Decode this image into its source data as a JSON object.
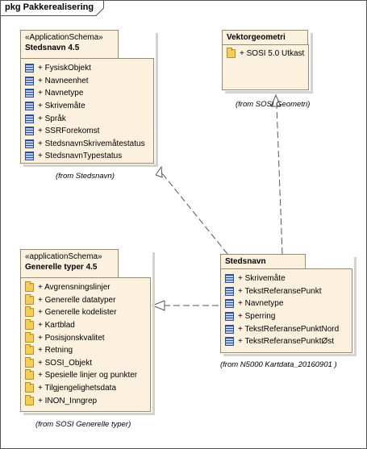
{
  "frame": {
    "label": "pkg Pakkerealisering"
  },
  "packages": {
    "stedsnavn45": {
      "stereotype": "«ApplicationSchema»",
      "name": "Stedsnavn 4.5",
      "from": "(from Stedsnavn)",
      "items": [
        {
          "label": "+ FysiskObjekt",
          "icon": "class-icon"
        },
        {
          "label": "+ Navneenhet",
          "icon": "class-icon"
        },
        {
          "label": "+ Navnetype",
          "icon": "class-icon"
        },
        {
          "label": "+ Skrivemåte",
          "icon": "class-icon"
        },
        {
          "label": "+ Språk",
          "icon": "class-icon"
        },
        {
          "label": "+ SSRForekomst",
          "icon": "class-icon"
        },
        {
          "label": "+ StedsnavnSkrivemåtestatus",
          "icon": "class-icon"
        },
        {
          "label": "+ StedsnavnTypestatus",
          "icon": "class-icon"
        }
      ]
    },
    "vektorgeometri": {
      "name": "Vektorgeometri",
      "from": "(from SOSI Geometri)",
      "items": [
        {
          "label": "+ SOSI 5.0 Utkast",
          "icon": "folder-icon"
        }
      ]
    },
    "generelle": {
      "stereotype": "«applicationSchema»",
      "name": "Generelle typer 4.5",
      "from": "(from SOSI Generelle typer)",
      "items": [
        {
          "label": "+ Avgrensningslinjer",
          "icon": "folder-icon"
        },
        {
          "label": "+ Generelle datatyper",
          "icon": "folder-icon"
        },
        {
          "label": "+ Generelle kodelister",
          "icon": "folder-icon"
        },
        {
          "label": "+ Kartblad",
          "icon": "folder-icon"
        },
        {
          "label": "+ Posisjonskvalitet",
          "icon": "folder-icon"
        },
        {
          "label": "+ Retning",
          "icon": "folder-icon"
        },
        {
          "label": "+ SOSI_Objekt",
          "icon": "folder-icon"
        },
        {
          "label": "+ Spesielle linjer og punkter",
          "icon": "folder-icon"
        },
        {
          "label": "+ Tilgjengelighetsdata",
          "icon": "folder-icon"
        },
        {
          "label": "+ INON_Inngrep",
          "icon": "folder-icon"
        }
      ]
    },
    "stedsnavn": {
      "name": "Stedsnavn",
      "from": "(from N5000 Kartdata_20160901 )",
      "items": [
        {
          "label": "+ Skrivemåte",
          "icon": "class-icon"
        },
        {
          "label": "+ TekstReferansePunkt",
          "icon": "class-icon"
        },
        {
          "label": "+ Navnetype",
          "icon": "class-icon"
        },
        {
          "label": "+ Sperring",
          "icon": "class-icon"
        },
        {
          "label": "+ TekstReferansePunktNord",
          "icon": "class-icon"
        },
        {
          "label": "+ TekstReferansePunktØst",
          "icon": "class-icon"
        }
      ]
    }
  },
  "colors": {
    "package_fill": "#fcf1de",
    "package_border": "#9a8a6e",
    "connector": "#555555"
  }
}
